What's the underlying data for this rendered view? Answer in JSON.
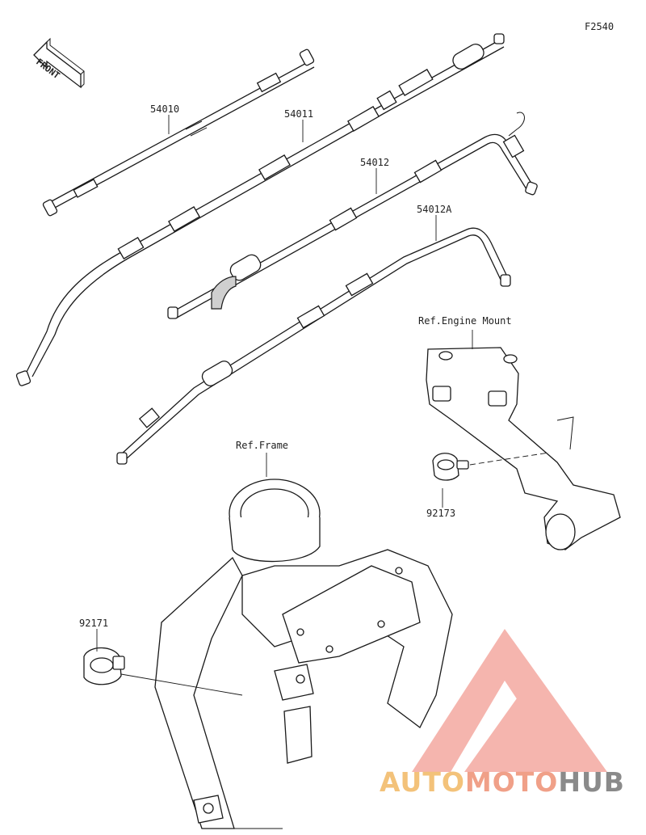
{
  "diagram_code": "F2540",
  "front_arrow": {
    "label": "FRONT"
  },
  "parts": [
    {
      "number": "54010"
    },
    {
      "number": "54011"
    },
    {
      "number": "54012"
    },
    {
      "number": "54012A"
    },
    {
      "number": "92173"
    },
    {
      "number": "92171"
    }
  ],
  "references": {
    "engine_mount": "Ref.Engine Mount",
    "frame": "Ref.Frame"
  },
  "watermark": {
    "part1": "AUTO",
    "part2": "MOTO",
    "part3": "HUB",
    "colors": {
      "logo": "#f2a29a",
      "auto": "#f3c27a",
      "moto": "#f0a088",
      "hub": "#8a8a8a"
    }
  }
}
